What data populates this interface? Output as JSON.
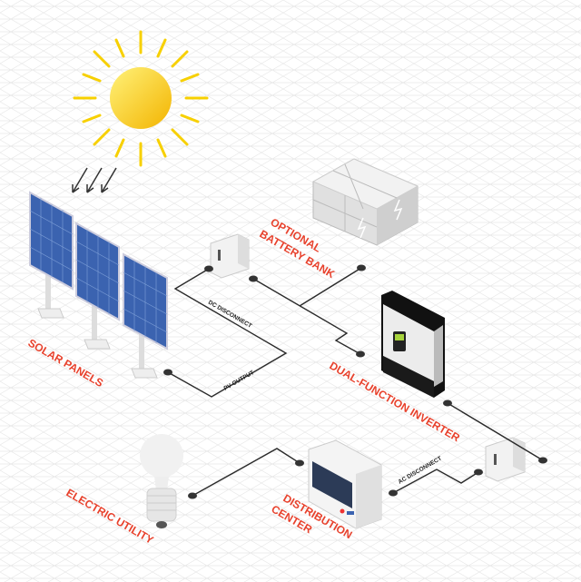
{
  "labels": {
    "solar_panels": "SOLAR PANELS",
    "battery_line1": "OPTIONAL",
    "battery_line2": "BATTERY BANK",
    "inverter": "DUAL-FUNCTION INVERTER",
    "electric_utility": "ELECTRIC UTILITY",
    "distribution_line1": "DISTRIBUTION",
    "distribution_line2": "CENTER"
  },
  "wire_labels": {
    "dc_disconnect": "DC DISCONNECT",
    "pv_output": "PV OUTPUT",
    "ac_disconnect": "AC DISCONNECT"
  },
  "colors": {
    "label": "#e8412c",
    "sun": "#f7c600",
    "panel": "#3b63b0",
    "wire": "#2a2a2a",
    "grid": "#e6e6e6"
  }
}
